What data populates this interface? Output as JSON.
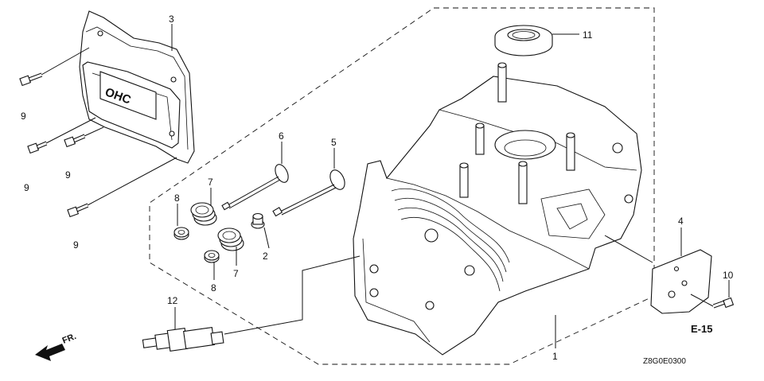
{
  "callouts": {
    "c1": "1",
    "c2": "2",
    "c3": "3",
    "c4": "4",
    "c5": "5",
    "c6": "6",
    "c7a": "7",
    "c7b": "7",
    "c8a": "8",
    "c8b": "8",
    "c9a": "9",
    "c9b": "9",
    "c9c": "9",
    "c9d": "9",
    "c10": "10",
    "c11": "11",
    "c12": "12"
  },
  "reference": "E-15",
  "diagram_code": "Z8G0E0300",
  "direction_label": "FR."
}
